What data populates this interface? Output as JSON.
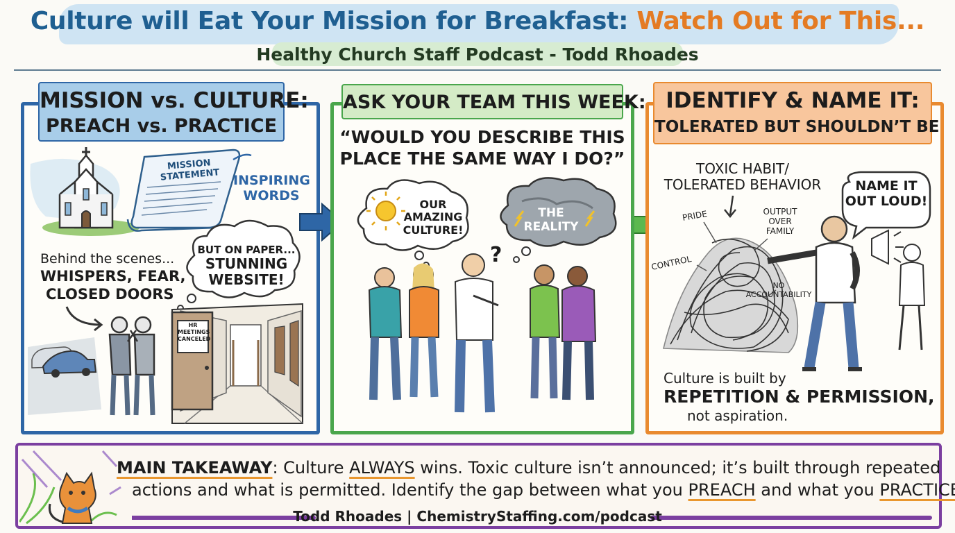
{
  "header": {
    "title_main": "Culture will Eat Your Mission for Breakfast:",
    "title_accent": "Watch Out for This...",
    "subtitle": "Healthy Church Staff Podcast - Todd Rhoades",
    "colors": {
      "title_blue": "#1f5f91",
      "title_orange": "#e47b23"
    }
  },
  "panel_mission": {
    "heading_line1": "MISSION vs. CULTURE:",
    "heading_line2": "PREACH vs. PRACTICE",
    "scroll_line1": "MISSION",
    "scroll_line2": "STATEMENT",
    "inspiring_line1": "INSPIRING",
    "inspiring_line2": "WORDS",
    "behind_line1": "Behind the scenes...",
    "behind_line2": "WHISPERS, FEAR,",
    "behind_line3": "CLOSED DOORS",
    "bubble_line1": "BUT ON PAPER...",
    "bubble_line2": "STUNNING",
    "bubble_line3": "WEBSITE!",
    "sign_line1": "HR",
    "sign_line2": "MEETINGS",
    "sign_line3": "CANCELED",
    "color": "#2e66a6"
  },
  "panel_ask": {
    "heading": "ASK YOUR TEAM THIS WEEK:",
    "quote_line1": "“WOULD YOU DESCRIBE THIS",
    "quote_line2": "PLACE THE SAME WAY I DO?”",
    "cloud_left_line1": "OUR",
    "cloud_left_line2": "AMAZING",
    "cloud_left_line3": "CULTURE!",
    "cloud_right_line1": "THE",
    "cloud_right_line2": "REALITY",
    "question_mark": "?",
    "color": "#4aa64c"
  },
  "panel_identify": {
    "heading_line1": "IDENTIFY & NAME IT:",
    "heading_line2": "TOLERATED BUT SHOULDN’T BE",
    "toxic_line1": "TOXIC HABIT/",
    "toxic_line2": "TOLERATED BEHAVIOR",
    "label_pride": "PRIDE",
    "label_output_line1": "OUTPUT",
    "label_output_line2": "OVER",
    "label_output_line3": "FAMILY",
    "label_control": "CONTROL",
    "label_no_line1": "NO",
    "label_no_line2": "ACCOUNTABILITY",
    "bubble_line1": "NAME IT",
    "bubble_line2": "OUT LOUD!",
    "built_line1": "Culture is built by",
    "built_line2": "REPETITION & PERMISSION,",
    "built_line3": "not aspiration.",
    "color": "#e98a2f"
  },
  "takeaway": {
    "label": "MAIN TAKEAWAY",
    "colon": ":",
    "part1": " Culture ",
    "always": "ALWAYS",
    "part2": " wins. Toxic culture isn’t announced; it’s built through repeated",
    "part3": "actions and what is permitted. Identify the gap between what you ",
    "preach": "PREACH",
    "part4": " and what you ",
    "practice": "PRACTICE",
    "period": ".",
    "footer": "Todd Rhoades | ChemistryStaffing.com/podcast",
    "border_color": "#7b3fa0"
  }
}
